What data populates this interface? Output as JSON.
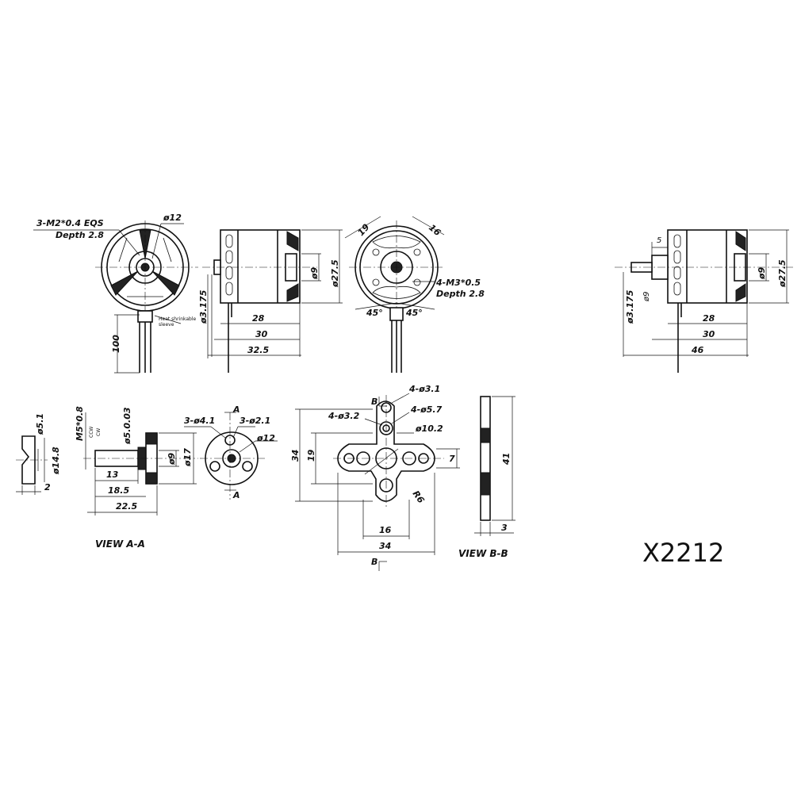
{
  "labels": {
    "thread_top": "3-M2*0.4 EQS",
    "depth_top": "Depth 2.8",
    "dia_12_top": "ø12",
    "heat_shrink_1": "Heat shrinkable",
    "heat_shrink_2": "sleeve",
    "len_100": "100",
    "dia_3175_a": "ø3.175",
    "dia_9_a": "ø9",
    "dia_275_a": "ø27.5",
    "len_28_a": "28",
    "len_30_a": "30",
    "len_325": "32.5",
    "dim_19_top": "19",
    "dim_16_top": "16",
    "thread_m3": "4-M3*0.5",
    "depth_m3": "Depth 2.8",
    "angle_45_l": "45°",
    "angle_45_r": "45°",
    "dim_5": "5",
    "dia_9_small": "ø9",
    "dia_3175_b": "ø3.175",
    "dia_9_b": "ø9",
    "dia_275_b": "ø27.5",
    "len_28_b": "28",
    "len_30_b": "30",
    "len_46": "46",
    "dia_51": "ø5.1",
    "dia_148": "ø14.8",
    "len_2": "2",
    "m5": "M5*0.8",
    "ccw": "CCW",
    "cw": "CW",
    "dia_503": "ø5.0.03",
    "len_13": "13",
    "len_185": "18.5",
    "len_225": "22.5",
    "dia_9_c": "ø9",
    "dia_17": "ø17",
    "holes_41": "3-ø4.1",
    "holes_21": "3-ø2.1",
    "dia_12_c": "ø12",
    "sec_a_top": "A",
    "sec_a_bot": "A",
    "view_aa": "VIEW A-A",
    "holes_31": "4-ø3.1",
    "holes_32": "4-ø3.2",
    "holes_57": "4-ø5.7",
    "dia_102": "ø10.2",
    "len_34_v": "34",
    "len_19_v": "19",
    "len_7": "7",
    "r6": "R6",
    "len_16_h": "16",
    "len_34_h": "34",
    "sec_b_top": "B",
    "sec_b_bot": "B",
    "len_41": "41",
    "len_3": "3",
    "view_bb": "VIEW B-B",
    "model": "X2212"
  }
}
